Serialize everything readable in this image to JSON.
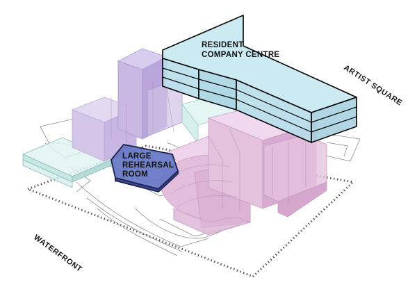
{
  "labels": {
    "resident_line1": "RESIDENT",
    "resident_line2": "COMPANY CENTRE",
    "rehearsal_line1": "LARGE",
    "rehearsal_line2": "REHEARSAL",
    "rehearsal_line3": "ROOM",
    "artist_square": "ARTIST SQUARE",
    "waterfront": "WATERFRONT"
  },
  "colors": {
    "resident_fill": "#bfe3ee",
    "resident_outline": "#000000",
    "rehearsal_fill": "#5668b8",
    "rehearsal_outline": "#1c2250",
    "lavender_mass": "#d8cdea",
    "pink_mass": "#e7bfe0",
    "teal_mass": "#cdeceb",
    "site_boundary": "#555555"
  }
}
